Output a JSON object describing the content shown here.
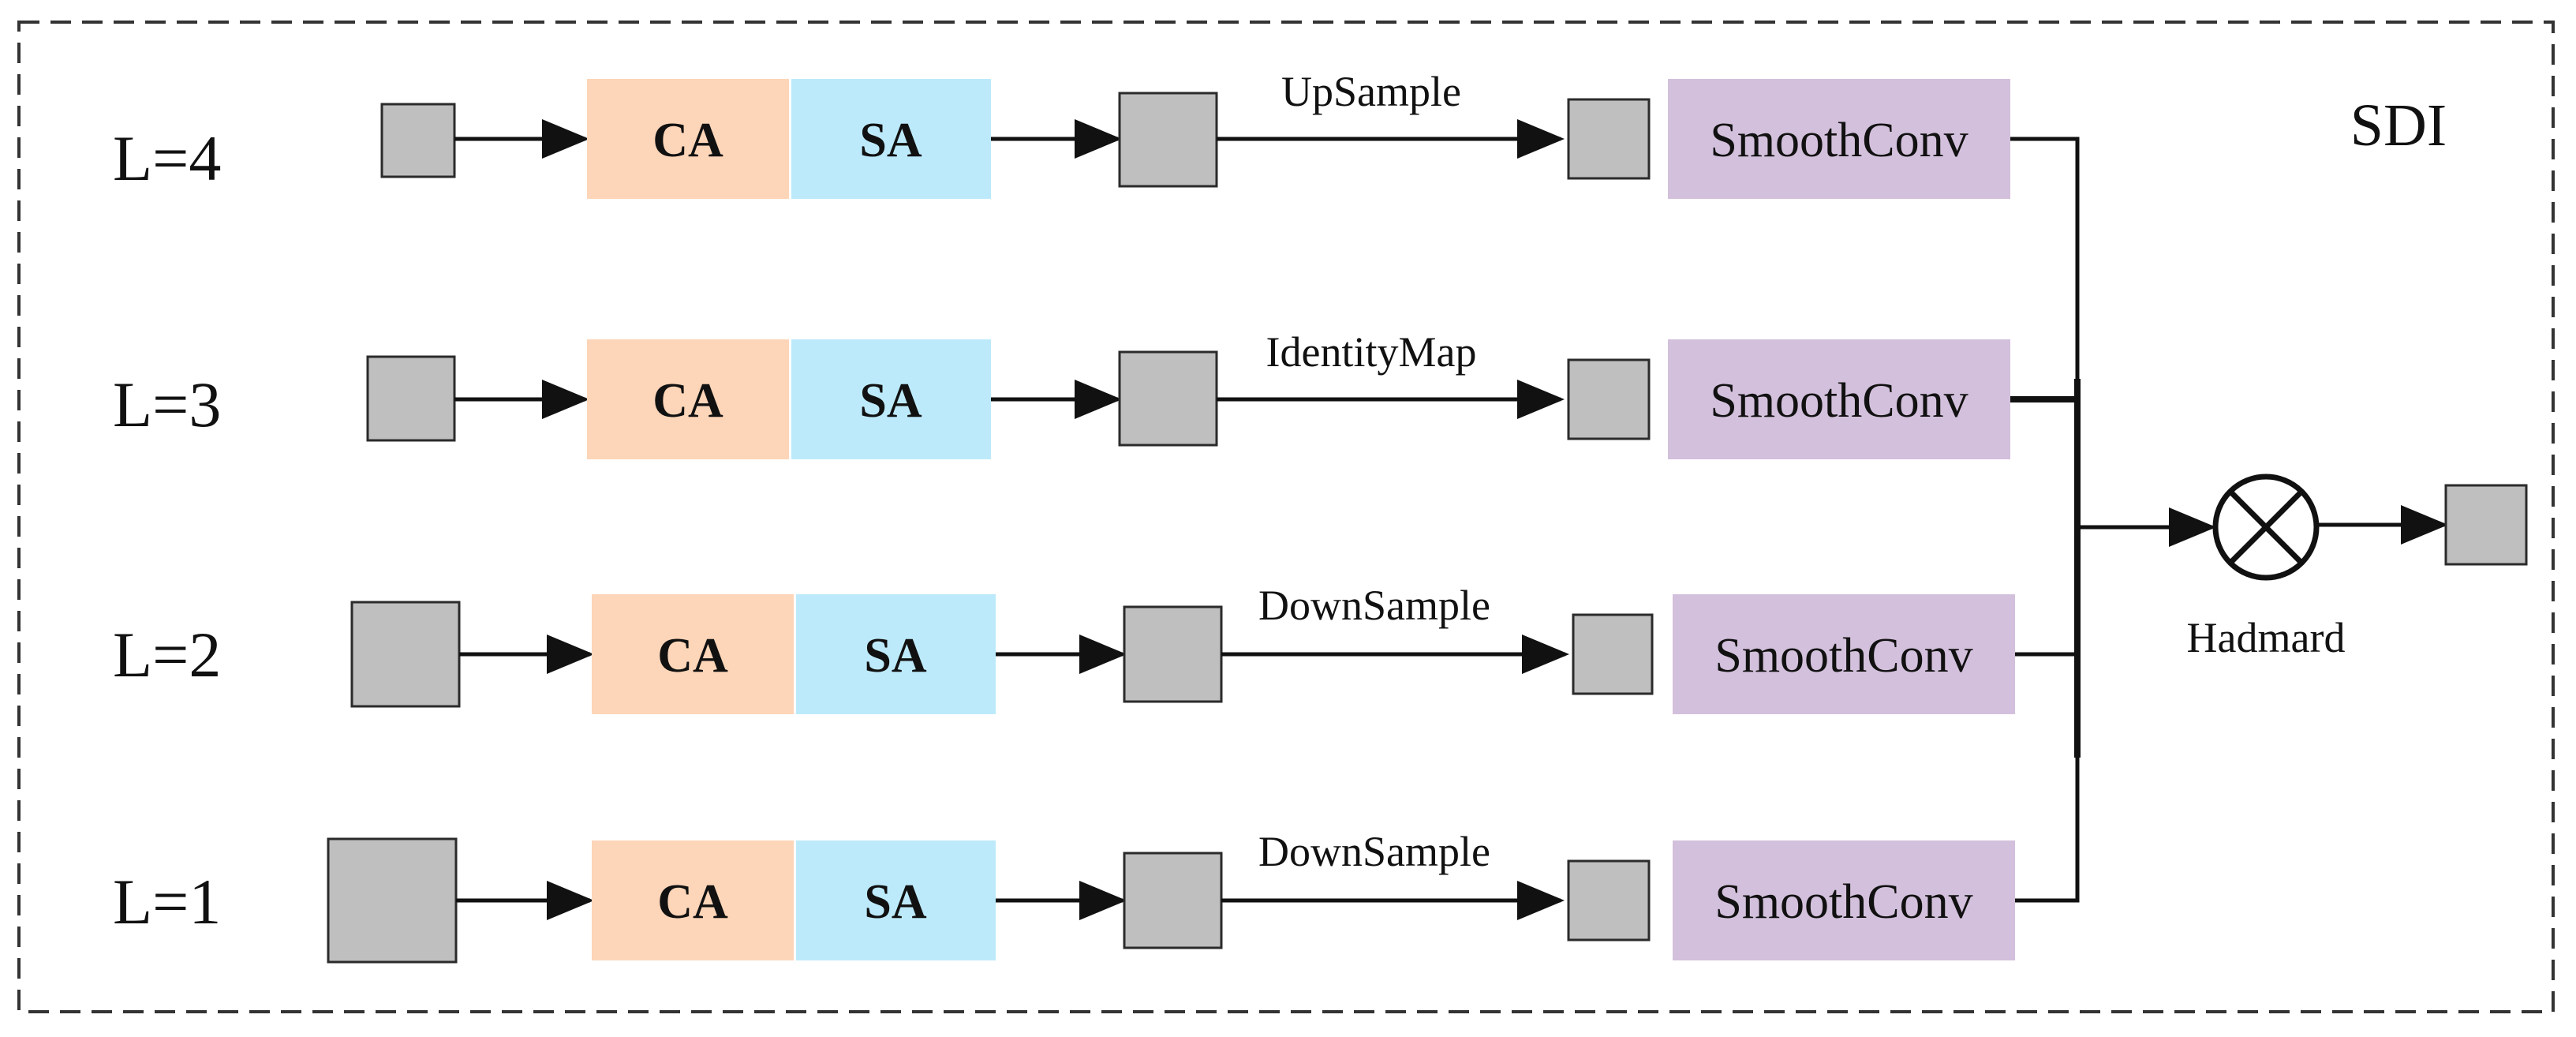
{
  "module_title": "SDI",
  "block_labels": {
    "ca": "CA",
    "sa": "SA",
    "smooth": "SmoothConv"
  },
  "levels": [
    {
      "label": "L=4",
      "operation": "UpSample"
    },
    {
      "label": "L=3",
      "operation": "IdentityMap"
    },
    {
      "label": "L=2",
      "operation": "DownSample"
    },
    {
      "label": "L=1",
      "operation": "DownSample"
    }
  ],
  "fusion_label": "Hadmard",
  "colors": {
    "ca": "#fdd5b8",
    "sa": "#bdeafb",
    "smooth": "#d3c0dc",
    "feature_map": "#bfbfbf",
    "border": "#333333"
  }
}
